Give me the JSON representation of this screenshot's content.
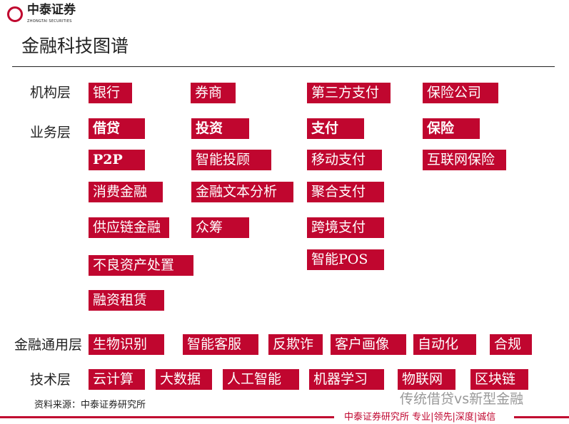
{
  "logo": {
    "name": "中泰证券",
    "sub": "ZHONGTAI SECURITIES"
  },
  "title": "金融科技图谱",
  "layers": {
    "institution": {
      "label": "机构层",
      "items": [
        "银行",
        "券商",
        "第三方支付",
        "保险公司"
      ]
    },
    "business": {
      "label": "业务层",
      "items": [
        "借贷",
        "投资",
        "支付",
        "保险",
        "P2P",
        "智能投顾",
        "移动支付",
        "互联网保险",
        "消费金融",
        "金融文本分析",
        "聚合支付",
        "供应链金融",
        "众筹",
        "跨境支付",
        "不良资产处置",
        "智能POS",
        "融资租赁"
      ]
    },
    "general": {
      "label": "金融通用层",
      "items": [
        "生物识别",
        "智能客服",
        "反欺诈",
        "客户画像",
        "自动化",
        "合规"
      ]
    },
    "tech": {
      "label": "技术层",
      "items": [
        "云计算",
        "大数据",
        "人工智能",
        "机器学习",
        "物联网",
        "区块链"
      ]
    }
  },
  "source": "资料来源：中泰证券研究所",
  "watermark": "传统借贷vs新型金融",
  "footer": "中泰证券研究所 专业|领先|深度|诚信",
  "colors": {
    "accent": "#c0062f"
  }
}
